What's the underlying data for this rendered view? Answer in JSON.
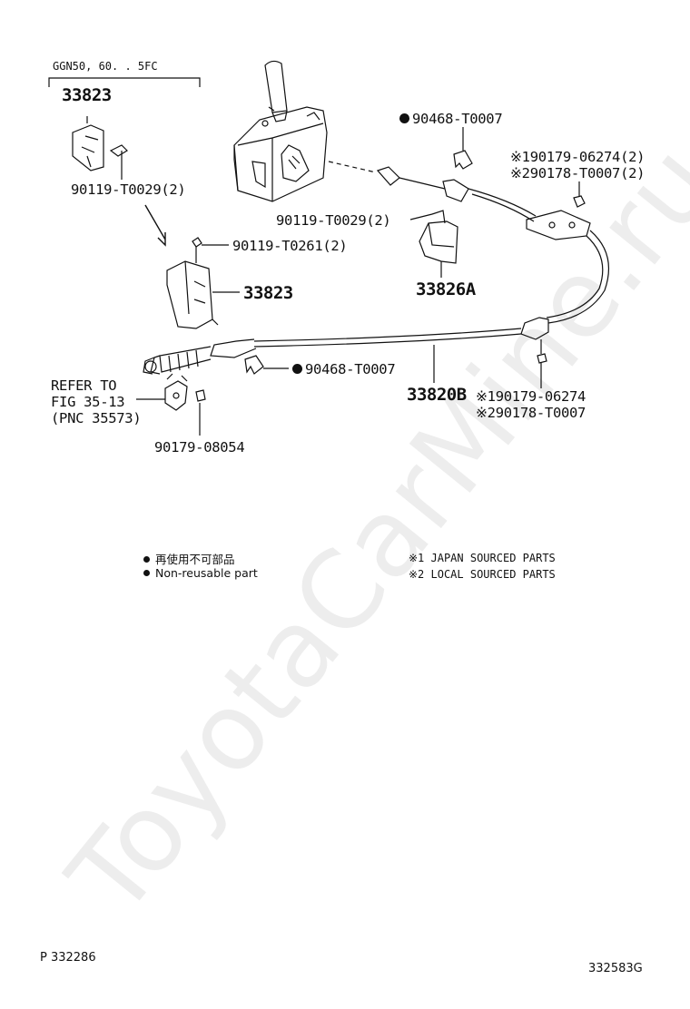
{
  "watermark": "ToyotaCarMine.ru",
  "model_note": "GGN50, 60. . 5FC",
  "callouts": {
    "bracket_top": "33823",
    "bolt_top": "90119-T0029(2)",
    "bolt_mid": "90119-T0261(2)",
    "bracket_mid": "33823",
    "clip_top": "90468-T0007",
    "nut_right_1": "90179-06274(2)",
    "nut_right_2": "90178-T0007(2)",
    "bolt_center": "90119-T0029(2)",
    "bracket_center": "33826A",
    "clip_bottom": "90468-T0007",
    "cable": "33820B",
    "nut_lower_1": "90179-06274",
    "nut_lower_2": "90178-T0007",
    "nut_bottom": "90179-08054"
  },
  "marks": {
    "m1": "※1",
    "m2": "※2"
  },
  "refer": {
    "line1": "REFER TO",
    "line2": "FIG 35-13",
    "line3": "(PNC 35573)"
  },
  "legend": {
    "jp": "再使用不可部品",
    "en": "Non-reusable part",
    "note1": "※1 JAPAN SOURCED PARTS",
    "note2": "※2 LOCAL SOURCED PARTS"
  },
  "footer": {
    "left": "P 332286",
    "right": "332583G"
  }
}
